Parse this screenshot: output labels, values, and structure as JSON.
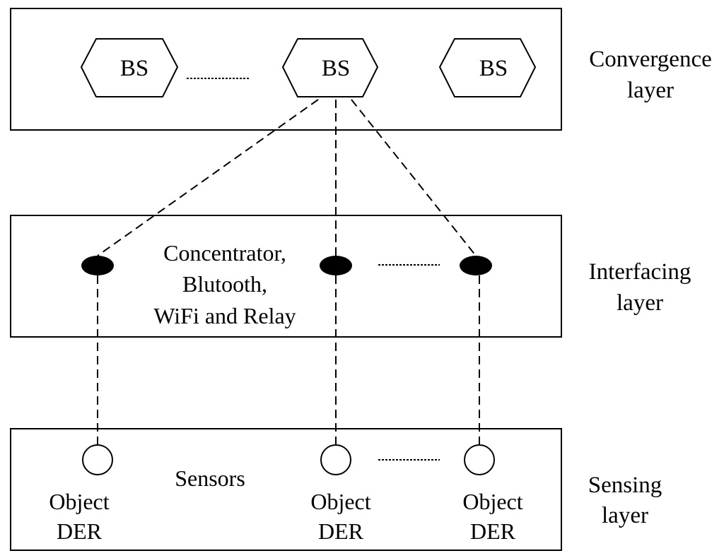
{
  "layers": {
    "convergence": {
      "line1": "Convergence",
      "line2": "layer"
    },
    "interfacing": {
      "line1": "Interfacing",
      "line2": "layer"
    },
    "sensing": {
      "line1": "Sensing",
      "line2": "layer"
    }
  },
  "base_stations": {
    "left": "BS",
    "center": "BS",
    "right": "BS"
  },
  "interfacing_label": {
    "line1": "Concentrator,",
    "line2": "Blutooth,",
    "line3": "WiFi and Relay"
  },
  "sensing_label": "Sensors",
  "objects": [
    {
      "line1": "Object",
      "line2": "DER"
    },
    {
      "line1": "Object",
      "line2": "DER"
    },
    {
      "line1": "Object",
      "line2": "DER"
    }
  ]
}
